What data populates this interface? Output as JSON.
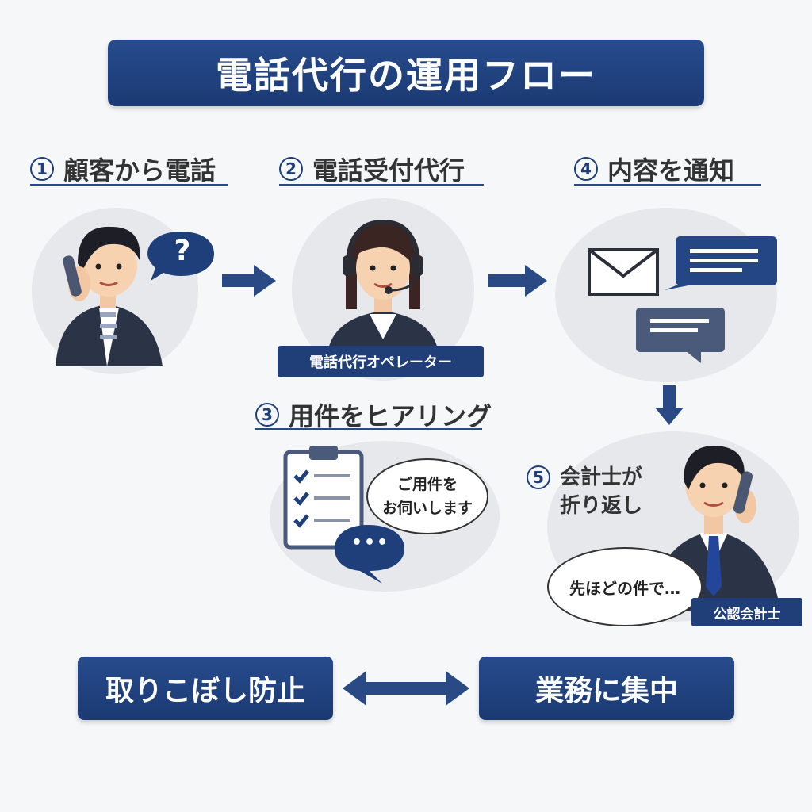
{
  "title": "電話代行の運用フロー",
  "steps": {
    "s1": {
      "num": "1",
      "label": "顧客から電話"
    },
    "s2": {
      "num": "2",
      "label": "電話受付代行"
    },
    "s3": {
      "num": "3",
      "label": "用件をヒアリング"
    },
    "s4": {
      "num": "4",
      "label": "内容を通知"
    },
    "s5": {
      "num": "5",
      "label_line1": "会計士が",
      "label_line2": "折り返し"
    }
  },
  "customer_bubble": "?",
  "operator_badge": "電話代行オペレーター",
  "hearing_bubble": {
    "line1": "ご用件を",
    "line2": "お伺いします"
  },
  "typing_bubble": "•••",
  "callback_bubble": "先ほどの件で…",
  "accountant_badge": "公認会計士",
  "bottom": {
    "left": "取りこぼし防止",
    "right": "業務に集中"
  },
  "colors": {
    "navy": "#1e3f7a",
    "slate": "#4a5a7a",
    "circle_bg": "#e6e8ec"
  },
  "icons": [
    "arrow-right-icon",
    "arrow-down-icon",
    "double-arrow-icon",
    "envelope-icon",
    "chat-icon",
    "clipboard-checklist-icon",
    "phone-icon",
    "headset-icon"
  ]
}
